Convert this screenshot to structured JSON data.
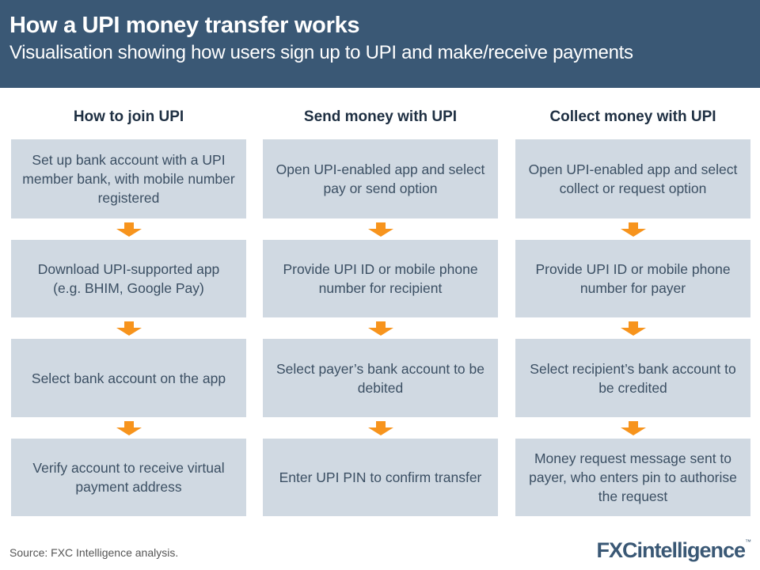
{
  "header": {
    "title": "How a UPI money transfer works",
    "subtitle": "Visualisation showing how users sign up to UPI and make/receive payments"
  },
  "columns": [
    {
      "title": "How to join UPI",
      "steps": [
        "Set up bank account with a UPI member bank, with mobile number registered",
        "Download UPI-supported app (e.g. BHIM, Google Pay)",
        "Select bank account on the app",
        "Verify account to receive virtual payment address"
      ]
    },
    {
      "title": "Send money with UPI",
      "steps": [
        "Open UPI-enabled app and select pay or send option",
        "Provide UPI ID or mobile phone number for recipient",
        "Select payer’s bank account to be debited",
        "Enter UPI PIN to confirm transfer"
      ]
    },
    {
      "title": "Collect money with UPI",
      "steps": [
        "Open UPI-enabled app and select collect or request option",
        "Provide UPI ID or mobile phone number for payer",
        "Select recipient’s bank account to be credited",
        "Money request message sent to payer, who enters pin to authorise the request"
      ]
    }
  ],
  "footer": {
    "source": "Source: FXC Intelligence analysis.",
    "logo": "FXCintelligence",
    "logo_tm": "™"
  },
  "colors": {
    "header_bg": "#3a5875",
    "box_bg": "#d0d9e2",
    "arrow": "#f7941d"
  }
}
